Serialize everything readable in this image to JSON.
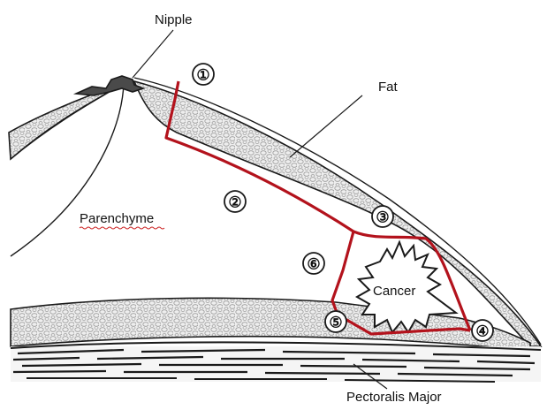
{
  "labels": {
    "nipple": "Nipple",
    "fat": "Fat",
    "parenchyme": "Parenchyme",
    "cancer": "Cancer",
    "pectoralis_major": "Pectoralis Major"
  },
  "margins": [
    {
      "num": "①"
    },
    {
      "num": "②"
    },
    {
      "num": "③"
    },
    {
      "num": "④"
    },
    {
      "num": "⑤"
    },
    {
      "num": "⑥"
    }
  ],
  "colors": {
    "outline": "#1a1a1a",
    "resection": "#b3121c",
    "fat_fill": "#d7d7d7",
    "muscle": "#1a1a1a",
    "squiggle": "#cc2222"
  }
}
